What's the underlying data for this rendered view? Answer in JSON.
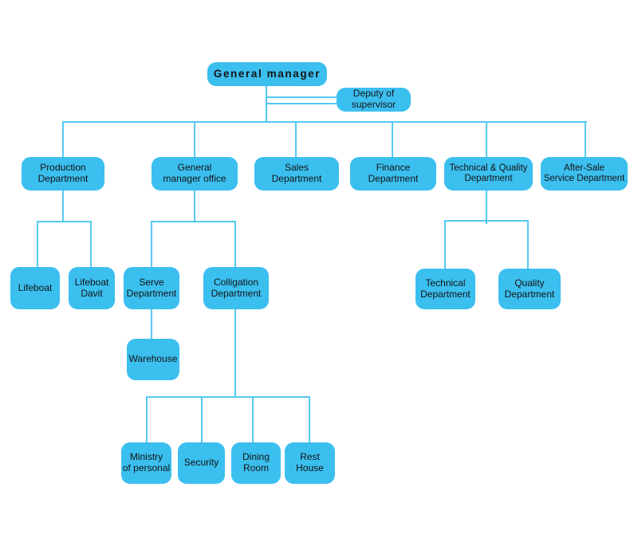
{
  "colors": {
    "box_fill": "#3bbfef",
    "connector": "#55c9f3",
    "text": "#141414",
    "background": "#ffffff"
  },
  "nodes": {
    "general_manager": {
      "label": "General manager"
    },
    "deputy_supervisor": {
      "label": "Deputy of\nsupervisor"
    },
    "production": {
      "label": "Production\nDepartment"
    },
    "gm_office": {
      "label": "General\nmanager office"
    },
    "sales": {
      "label": "Sales\nDepartment"
    },
    "finance": {
      "label": "Finance\nDepartment"
    },
    "tech_quality": {
      "label": "Technical & Quality\nDepartment"
    },
    "after_sale": {
      "label": "After-Sale\nService Department"
    },
    "lifeboat": {
      "label": "Lifeboat"
    },
    "lifeboat_davit": {
      "label": "Lifeboat\nDavit"
    },
    "serve": {
      "label": "Serve\nDepartment"
    },
    "colligation": {
      "label": "Colligation\nDepartment"
    },
    "technical": {
      "label": "Technical\nDepartment"
    },
    "quality": {
      "label": "Quality\nDepartment"
    },
    "warehouse": {
      "label": "Warehouse"
    },
    "ministry": {
      "label": "Ministry\nof personal"
    },
    "security": {
      "label": "Security"
    },
    "dining": {
      "label": "Dining\nRoom"
    },
    "rest": {
      "label": "Rest\nHouse"
    }
  },
  "edges": [
    [
      "general_manager",
      "deputy_supervisor"
    ],
    [
      "general_manager",
      "production"
    ],
    [
      "general_manager",
      "gm_office"
    ],
    [
      "general_manager",
      "sales"
    ],
    [
      "general_manager",
      "finance"
    ],
    [
      "general_manager",
      "tech_quality"
    ],
    [
      "general_manager",
      "after_sale"
    ],
    [
      "production",
      "lifeboat"
    ],
    [
      "production",
      "lifeboat_davit"
    ],
    [
      "gm_office",
      "serve"
    ],
    [
      "gm_office",
      "colligation"
    ],
    [
      "serve",
      "warehouse"
    ],
    [
      "colligation",
      "ministry"
    ],
    [
      "colligation",
      "security"
    ],
    [
      "colligation",
      "dining"
    ],
    [
      "colligation",
      "rest"
    ],
    [
      "tech_quality",
      "technical"
    ],
    [
      "tech_quality",
      "quality"
    ]
  ]
}
